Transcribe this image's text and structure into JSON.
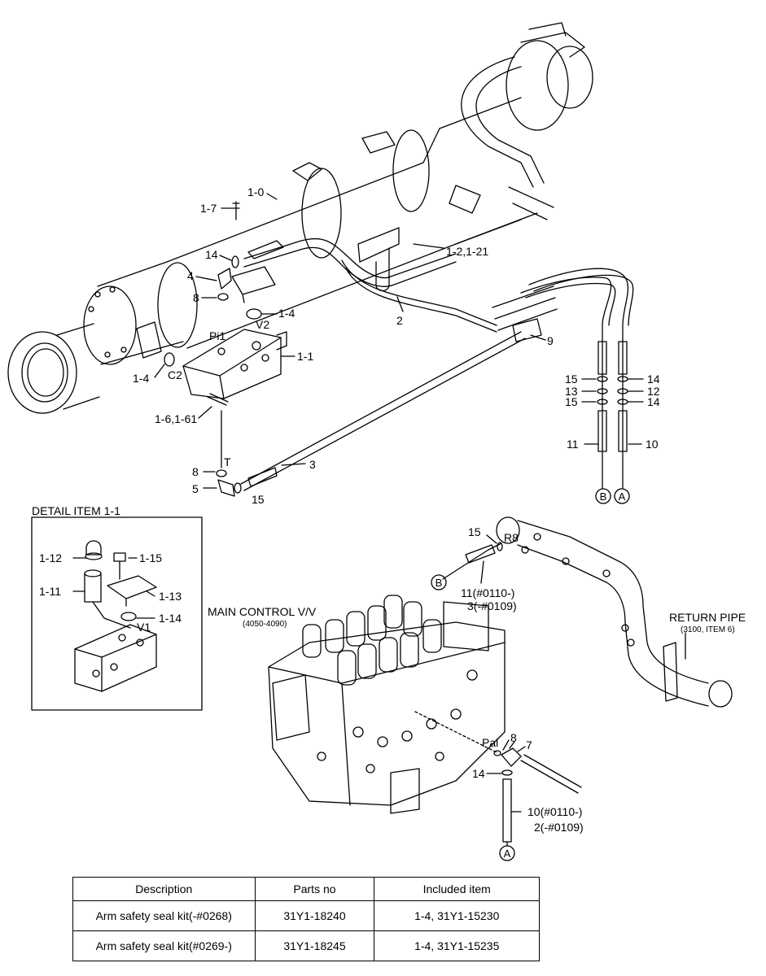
{
  "callouts": {
    "c_1_0": "1-0",
    "c_1_7": "1-7",
    "c_14_a": "14",
    "c_4": "4",
    "c_8_a": "8",
    "c_1_4_a": "1-4",
    "c_v2": "V2",
    "c_pi1": "Pi1",
    "c_1_1": "1-1",
    "c_1_4_b": "1-4",
    "c_c2": "C2",
    "c_1_6": "1-6,1-61",
    "c_2": "2",
    "c_1_2": "1-2,1-21",
    "c_9": "9",
    "c_t": "T",
    "c_8_b": "8",
    "c_5": "5",
    "c_15_a": "15",
    "c_3": "3",
    "c_15_b": "15",
    "c_13": "13",
    "c_15_c": "15",
    "c_11": "11",
    "c_14_b": "14",
    "c_12": "12",
    "c_14_c": "14",
    "c_10": "10",
    "c_15_d": "15",
    "c_r8": "R8",
    "c_11_lower": "11(#0110-)",
    "c_3_lower": "3(-#0109)",
    "c_pal": "Pal",
    "c_8_c": "8",
    "c_7": "7",
    "c_14_d": "14",
    "c_10_lower": "10(#0110-)",
    "c_2_lower": "2(-#0109)",
    "d_1_12": "1-12",
    "d_1_15": "1-15",
    "d_1_11": "1-11",
    "d_1_13": "1-13",
    "d_1_14": "1-14",
    "d_v1": "V1"
  },
  "connectors": {
    "a_right": "A",
    "b_right": "B",
    "b_lower": "B",
    "a_lower": "A"
  },
  "labels": {
    "detail_title": "DETAIL ITEM 1-1",
    "mcv_title": "MAIN CONTROL V/V",
    "mcv_sub": "(4050-4090)",
    "return_title": "RETURN PIPE",
    "return_sub": "(3100, ITEM 6)"
  },
  "table": {
    "headers": [
      "Description",
      "Parts no",
      "Included item"
    ],
    "rows": [
      [
        "Arm safety seal kit(-#0268)",
        "31Y1-18240",
        "1-4, 31Y1-15230"
      ],
      [
        "Arm safety seal kit(#0269-)",
        "31Y1-18245",
        "1-4, 31Y1-15235"
      ]
    ]
  }
}
